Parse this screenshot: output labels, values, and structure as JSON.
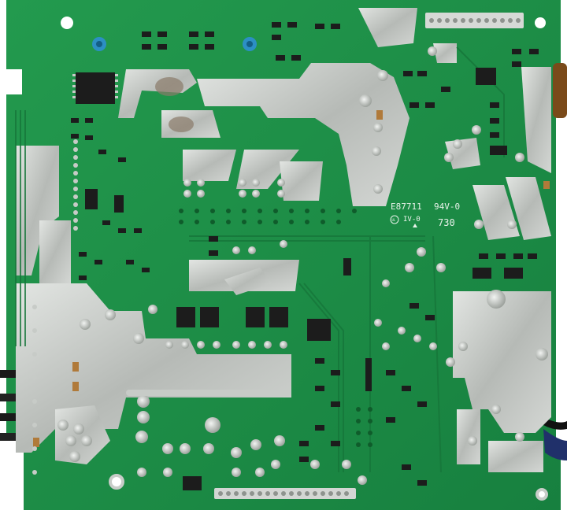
{
  "pcb": {
    "marking_ul": "E87711",
    "marking_rating": "94V-0",
    "marking_code": "IV-0",
    "marking_num": "730",
    "marking_logo": "UL"
  },
  "colors": {
    "board": "#1f8a45",
    "board_dark": "#136b33",
    "copper_tin": "#c9ccc9",
    "solder": "#b9bdb9",
    "component": "#1c1c1c"
  }
}
